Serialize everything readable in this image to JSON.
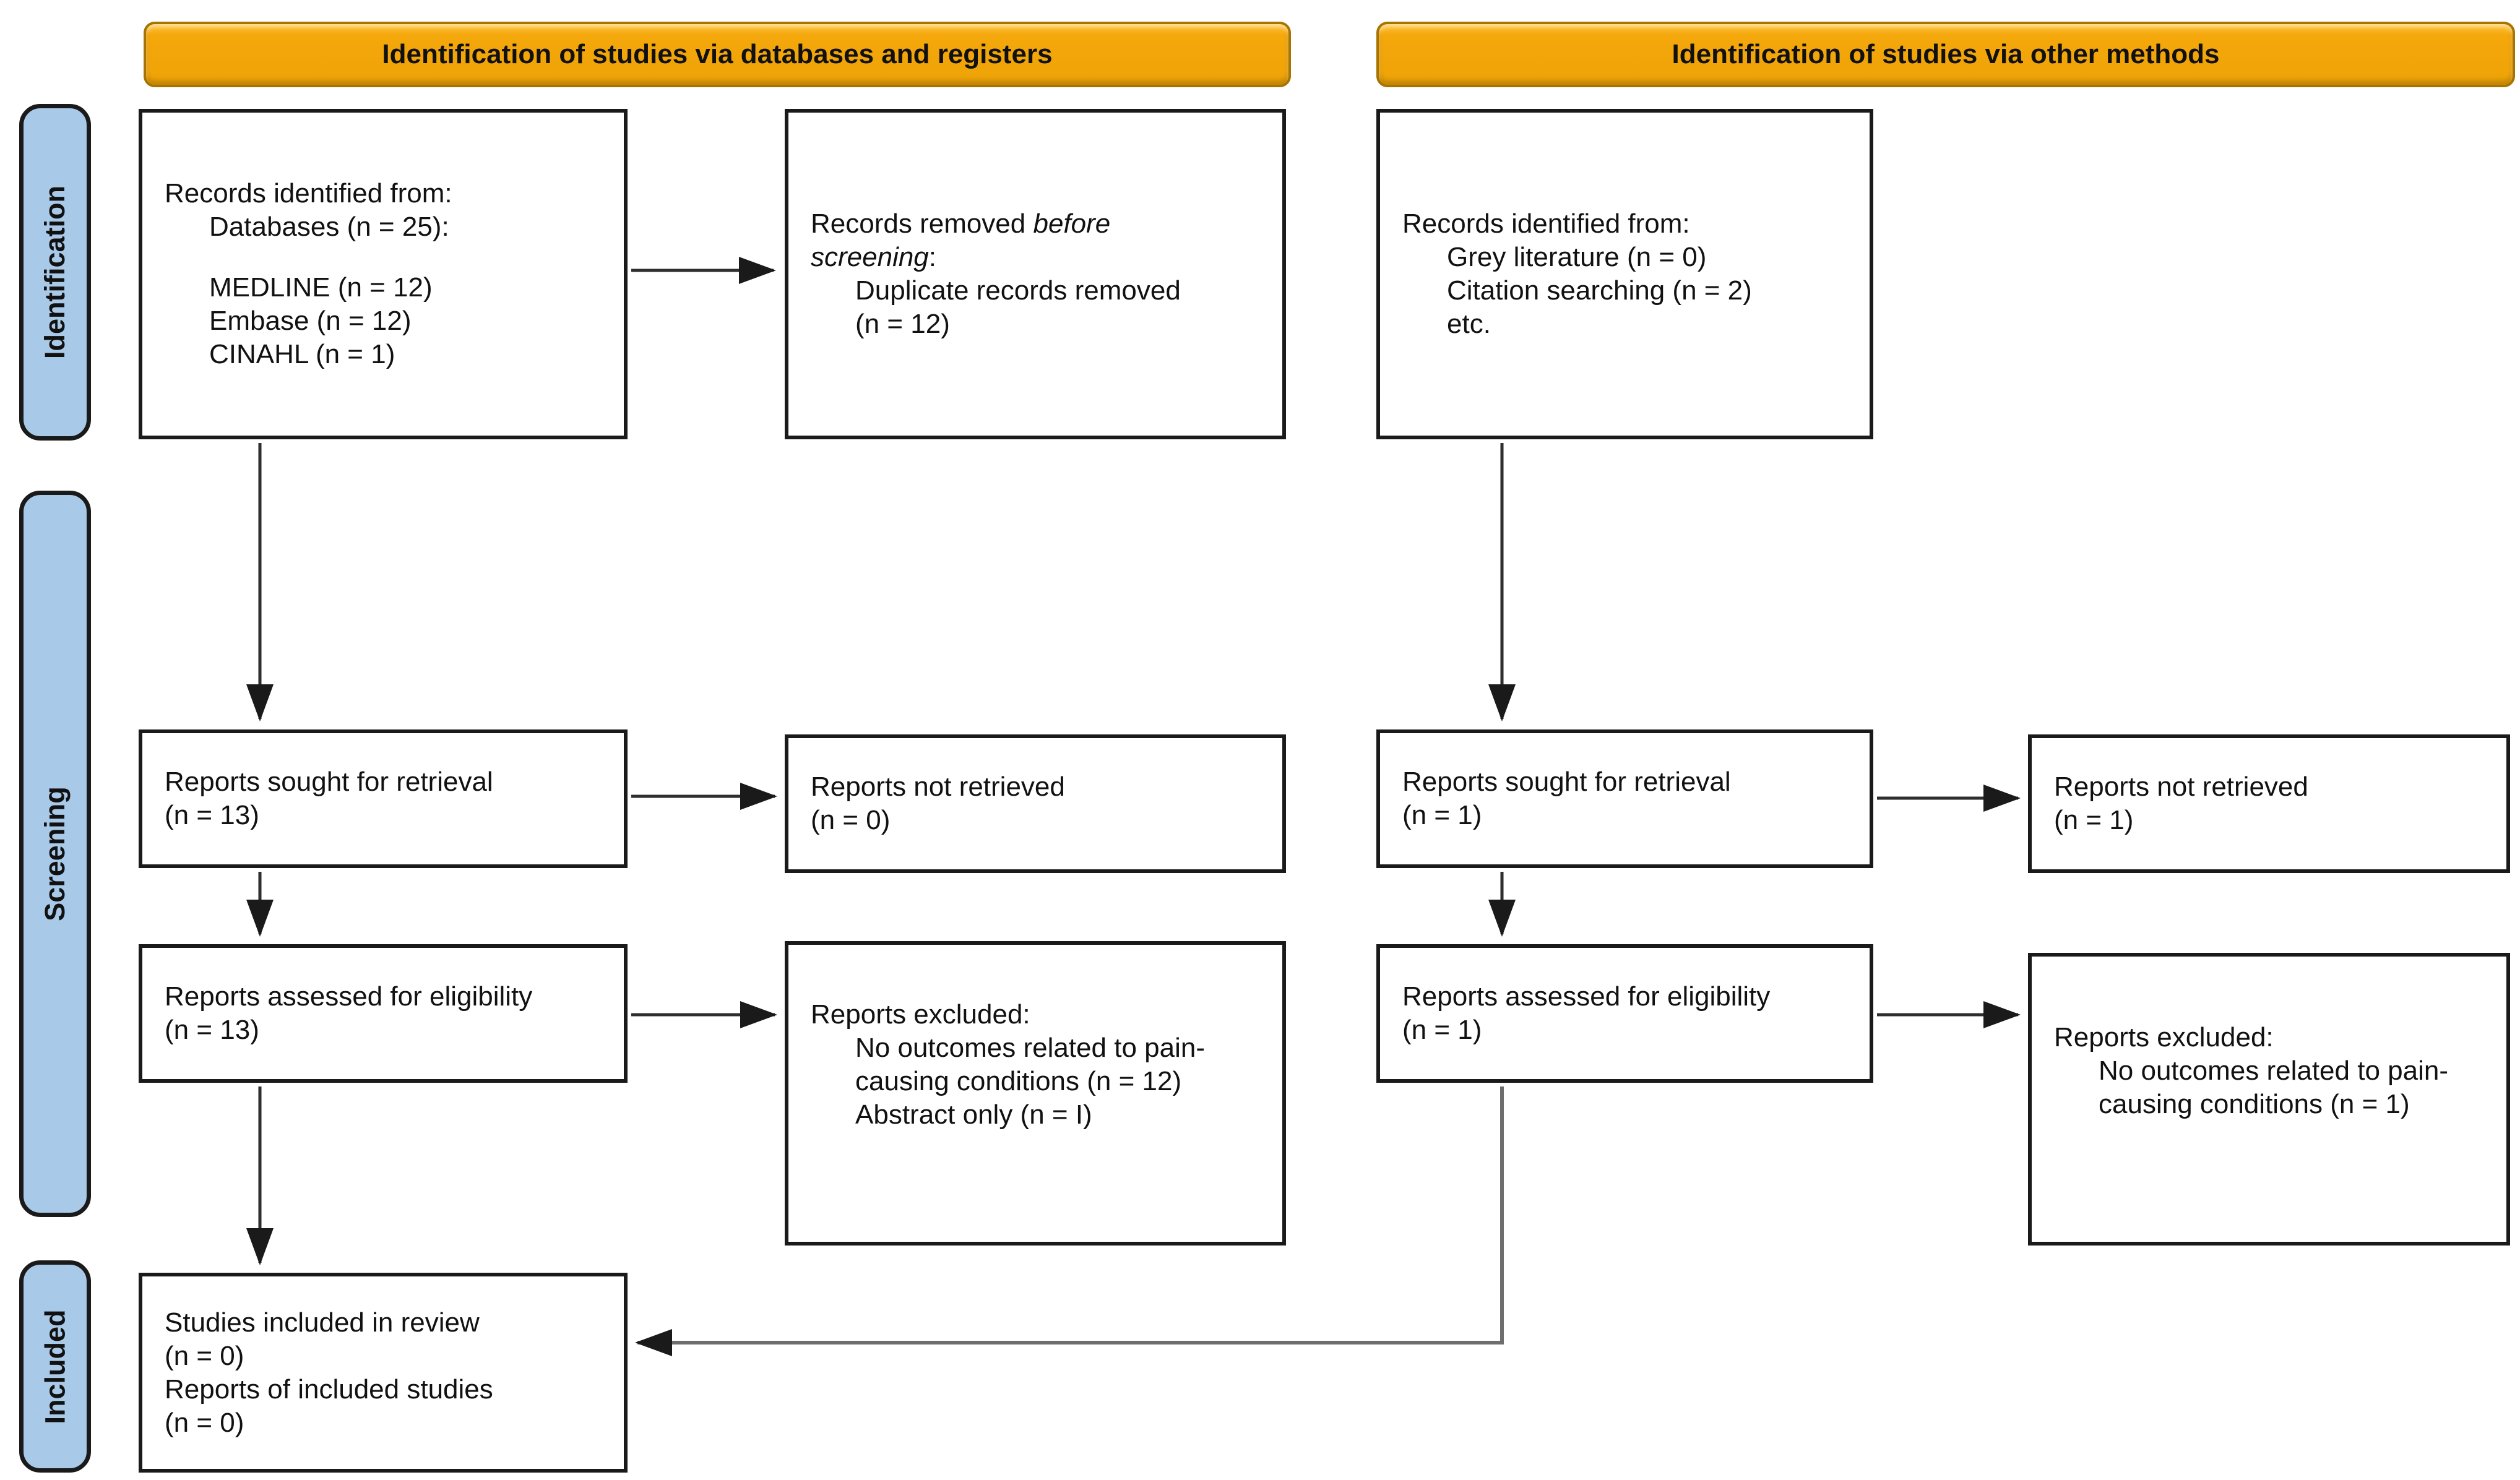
{
  "title": "PRISMA flow diagram",
  "colors": {
    "banner_fill": "#F5A80C",
    "banner_border": "#A87400",
    "stage_fill": "#A9C9E9",
    "stage_border": "#1A1A1A",
    "box_border": "#1A1A1A",
    "connector": "#2E2E2E",
    "connector_light": "#6E6E6E",
    "text": "#111111"
  },
  "banners": {
    "databases": "Identification of studies via databases and registers",
    "other": "Identification of studies via other methods"
  },
  "stages": {
    "identification": "Identification",
    "screening": "Screening",
    "included": "Included"
  },
  "boxes": {
    "records_db": {
      "l0": "Records identified from:",
      "l1": "Databases (n = 25):",
      "l2": "MEDLINE (n = 12)",
      "l3": "Embase (n = 12)",
      "l4": "CINAHL (n = 1)"
    },
    "records_removed": {
      "p": "Records removed ",
      "i1": "before",
      "i2": "screening",
      "s": ":",
      "l1": "Duplicate records removed",
      "l2": "(n = 12)"
    },
    "records_other": {
      "l0": "Records identified from:",
      "l1": "Grey literature (n = 0)",
      "l2": "Citation searching (n = 2)",
      "l3": "etc."
    },
    "sought_db": {
      "l0": "Reports sought for retrieval",
      "l1": "(n = 13)"
    },
    "not_retrieved_db": {
      "l0": "Reports not retrieved",
      "l1": "(n = 0)"
    },
    "sought_other": {
      "l0": "Reports sought for retrieval",
      "l1": "(n = 1)"
    },
    "not_retrieved_other": {
      "l0": "Reports not retrieved",
      "l1": "(n = 1)"
    },
    "assessed_db": {
      "l0": "Reports assessed for eligibility",
      "l1": "(n = 13)"
    },
    "excluded_db": {
      "l0": "Reports excluded:",
      "l1": "No outcomes related to pain-",
      "l2": "causing conditions (n = 12)",
      "l3": "Abstract only (n = I)"
    },
    "assessed_other": {
      "l0": "Reports assessed for eligibility",
      "l1": "(n = 1)"
    },
    "excluded_other": {
      "l0": "Reports excluded:",
      "l1": "No outcomes related to pain-",
      "l2": "causing conditions (n = 1)"
    },
    "included": {
      "l0": "Studies included in review",
      "l1": "(n = 0)",
      "l2": "Reports of included studies",
      "l3": "(n = 0)"
    }
  }
}
